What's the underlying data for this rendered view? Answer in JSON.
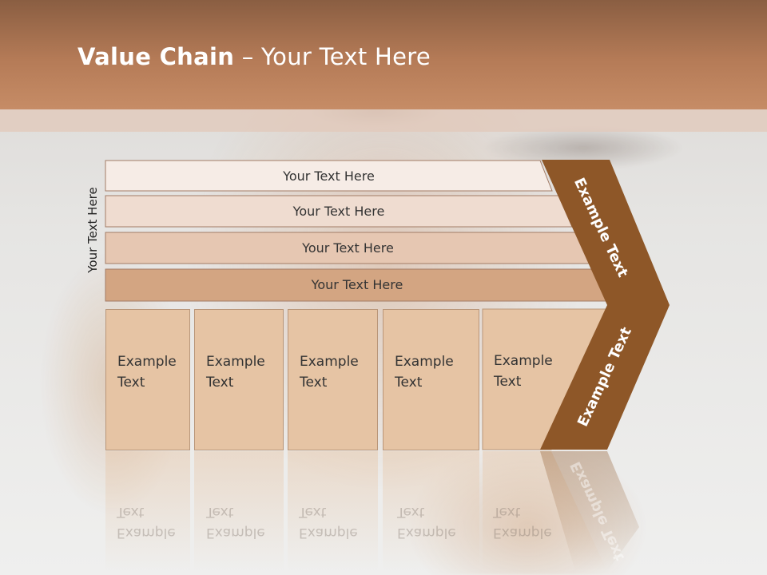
{
  "slide": {
    "title_bold": "Value Chain",
    "title_rest": " – Your Text Here",
    "side_label": "Your Text Here"
  },
  "bars": [
    {
      "label": "Your Text Here",
      "color": "#f6ece6"
    },
    {
      "label": "Your Text Here",
      "color": "#efdcd0"
    },
    {
      "label": "Your Text Here",
      "color": "#e6c7b2"
    },
    {
      "label": "Your Text Here",
      "color": "#d3a582"
    }
  ],
  "columns": [
    {
      "line1": "Example",
      "line2": "Text"
    },
    {
      "line1": "Example",
      "line2": "Text"
    },
    {
      "line1": "Example",
      "line2": "Text"
    },
    {
      "line1": "Example",
      "line2": "Text"
    },
    {
      "line1": "Example",
      "line2": "Text"
    }
  ],
  "chevron": {
    "upper_label": "Example Text",
    "lower_label": "Example Text",
    "color": "#8e5728",
    "column_color": "#e6c4a4"
  }
}
